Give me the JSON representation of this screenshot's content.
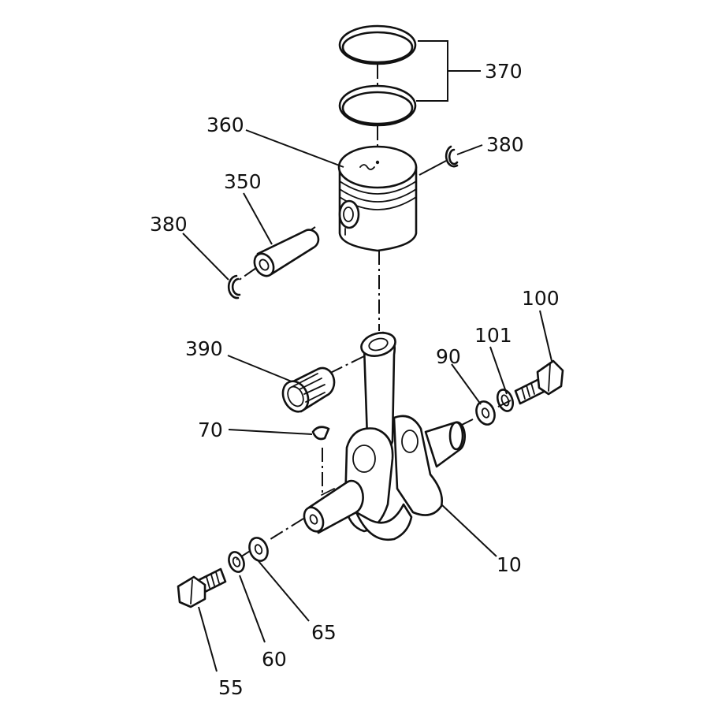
{
  "callouts": {
    "c370": "370",
    "c360": "360",
    "c380_top": "380",
    "c350": "350",
    "c380_left": "380",
    "c100": "100",
    "c101": "101",
    "c90": "90",
    "c390": "390",
    "c70": "70",
    "c10": "10",
    "c65": "65",
    "c60": "60",
    "c55": "55"
  }
}
